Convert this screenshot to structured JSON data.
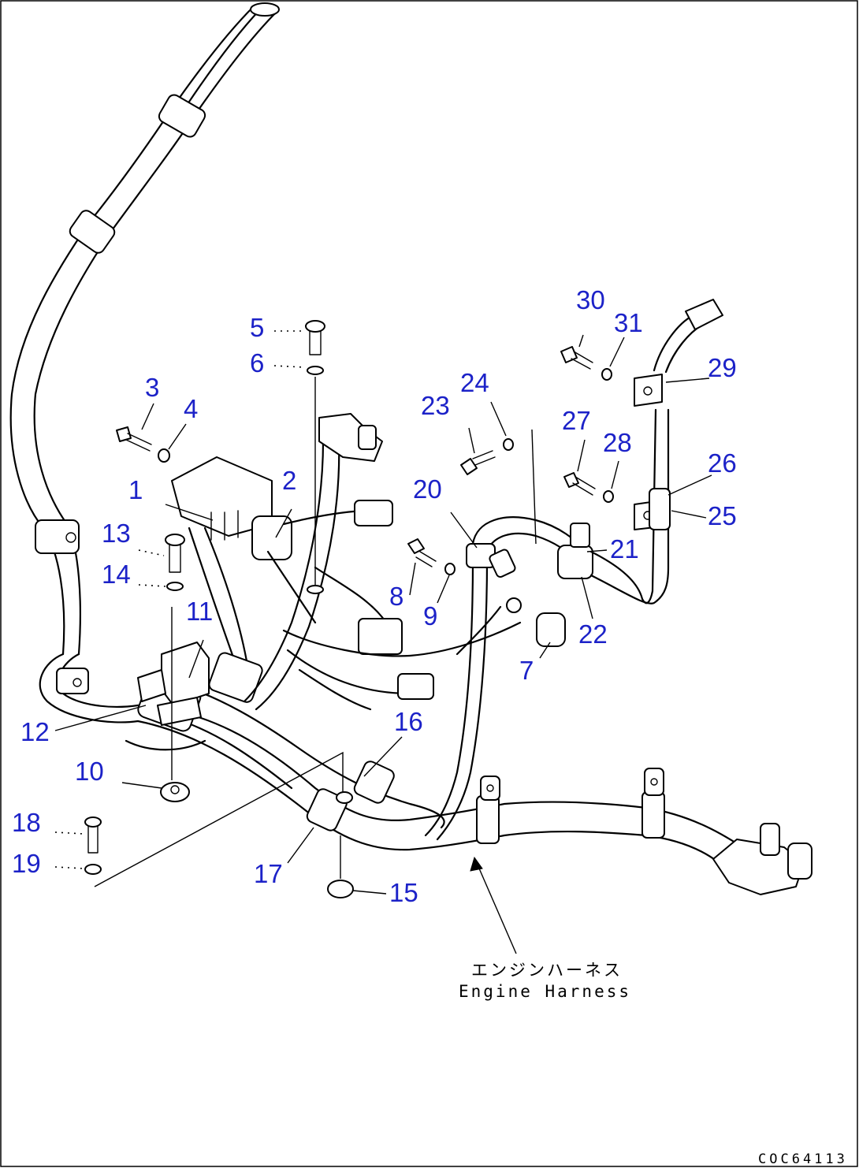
{
  "callouts": {
    "c1": "1",
    "c2": "2",
    "c3": "3",
    "c4": "4",
    "c5": "5",
    "c6": "6",
    "c7": "7",
    "c8": "8",
    "c9": "9",
    "c10": "10",
    "c11": "11",
    "c12": "12",
    "c13": "13",
    "c14": "14",
    "c15": "15",
    "c16": "16",
    "c17": "17",
    "c18": "18",
    "c19": "19",
    "c20": "20",
    "c21": "21",
    "c22": "22",
    "c23": "23",
    "c24": "24",
    "c25": "25",
    "c26": "26",
    "c27": "27",
    "c28": "28",
    "c29": "29",
    "c30": "30",
    "c31": "31"
  },
  "annotation": {
    "japanese": "エンジンハーネス",
    "english": "Engine Harness"
  },
  "drawing_code": "COC64113",
  "colors": {
    "callout": "#1c22c8",
    "line": "#000000"
  }
}
